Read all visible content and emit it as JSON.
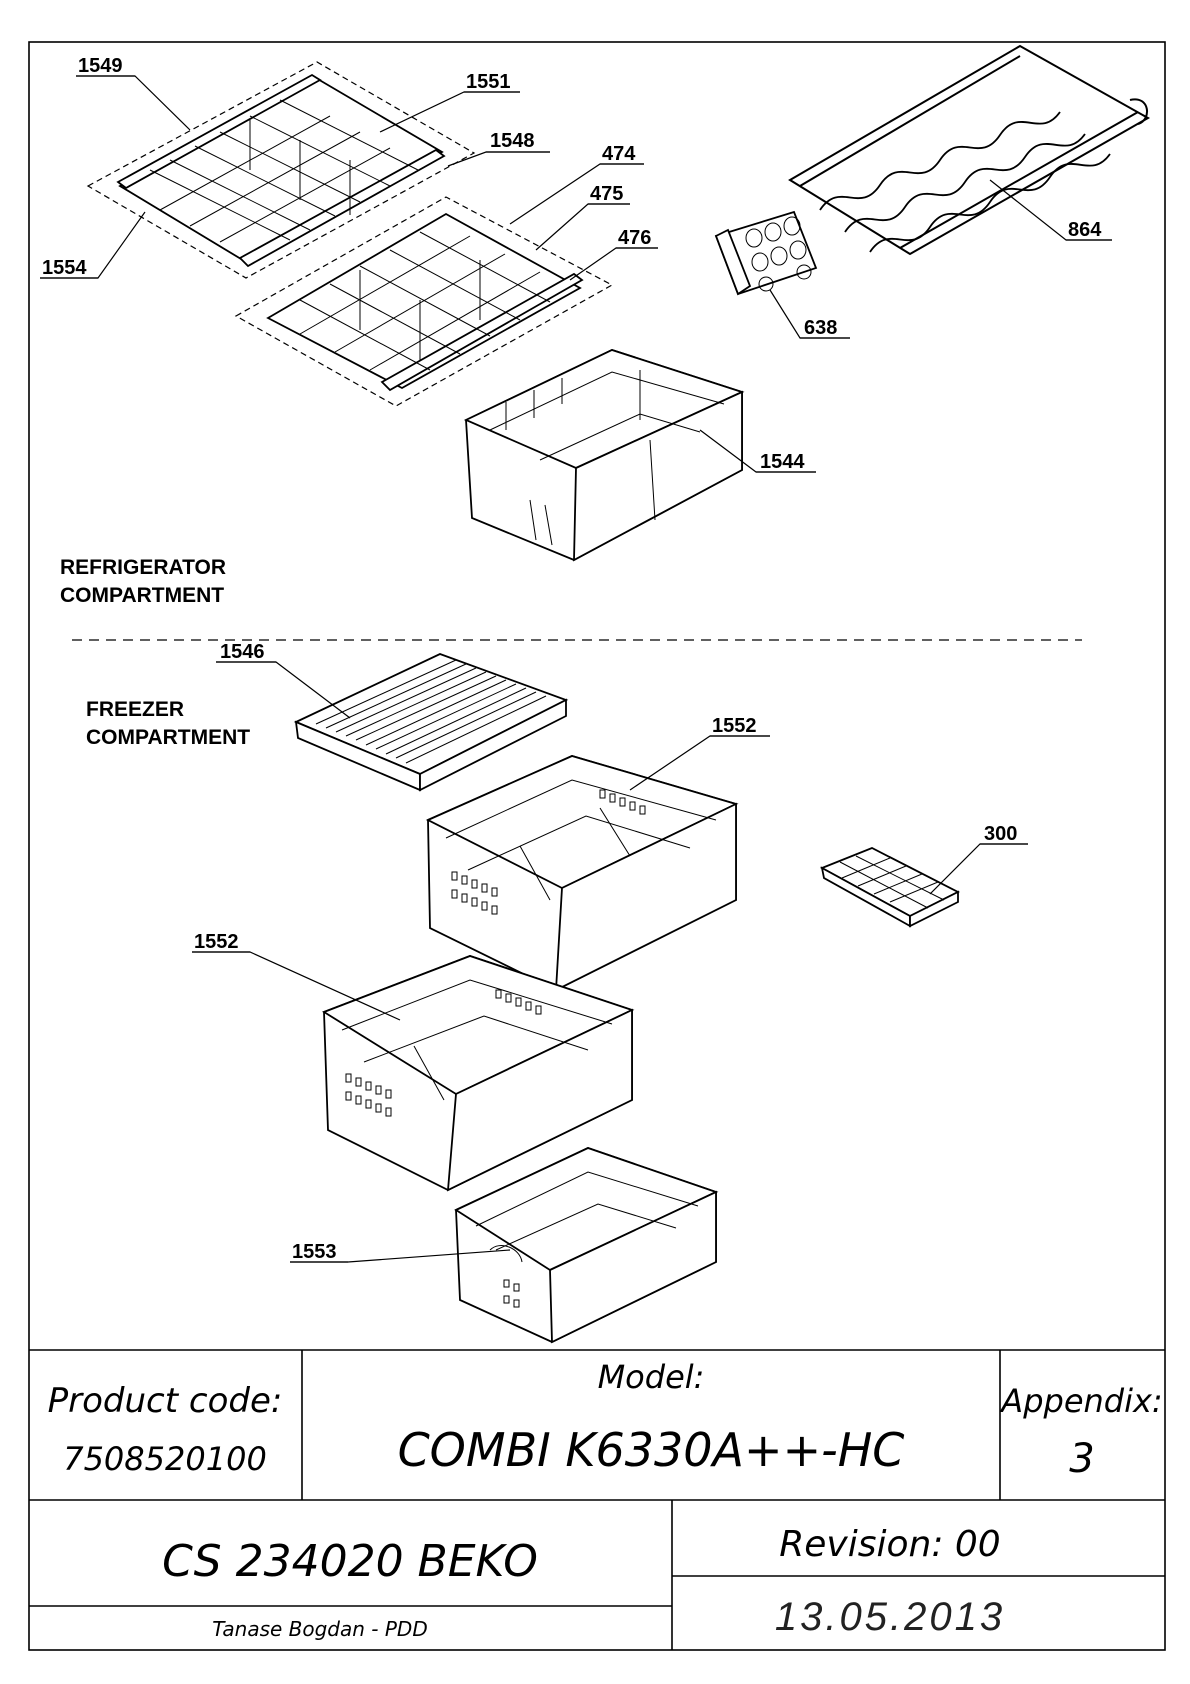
{
  "sections": {
    "refrigerator_line1": "REFRIGERATOR",
    "refrigerator_line2": "COMPARTMENT",
    "freezer_line1": "FREEZER",
    "freezer_line2": "COMPARTMENT"
  },
  "callouts": {
    "c1549": "1549",
    "c1551": "1551",
    "c1548": "1548",
    "c474": "474",
    "c475": "475",
    "c476": "476",
    "c1554": "1554",
    "c638": "638",
    "c864": "864",
    "c1544": "1544",
    "c1546": "1546",
    "c1552a": "1552",
    "c300": "300",
    "c1552b": "1552",
    "c1553": "1553"
  },
  "title_block": {
    "product_code_label": "Product code:",
    "product_code_value": "7508520100",
    "model_label": "Model:",
    "model_value": "COMBI K6330A++-HC",
    "appendix_label": "Appendix:",
    "appendix_value": "3",
    "document_code": "CS 234020 BEKO",
    "revision": "Revision: 00",
    "author": "Tanase Bogdan - PDD",
    "date": "13.05.2013"
  }
}
